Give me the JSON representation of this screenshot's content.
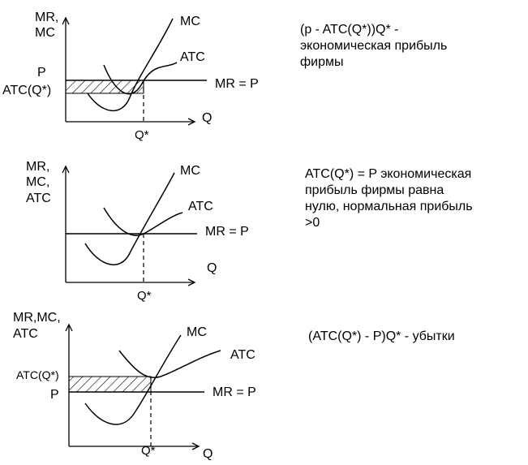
{
  "panels": [
    {
      "y_axis_label": [
        "MR,",
        "MC"
      ],
      "x_axis_label": "Q",
      "q_label": "Q*",
      "price_label": "P",
      "atc_label": "ATC(Q*)",
      "mc_label": "MC",
      "atc_curve_label": "ATC",
      "mr_label": "MR = P",
      "description": "(p - ATC(Q*))Q* -\nэкономическая прибыль\nфирмы"
    },
    {
      "y_axis_label": [
        "MR,",
        "MC,",
        "ATC"
      ],
      "x_axis_label": "Q",
      "q_label": "Q*",
      "mc_label": "MC",
      "atc_curve_label": "ATC",
      "mr_label": "MR = P",
      "description": "ATC(Q*) = P экономическая\nприбыль фирмы равна\nнулю, нормальная прибыль\n>0"
    },
    {
      "y_axis_label": [
        "MR,MC,",
        "ATC"
      ],
      "x_axis_label": "Q",
      "q_label": "Q*",
      "price_label": "P",
      "atc_label": "ATC(Q*)",
      "mc_label": "MC",
      "atc_curve_label": "ATC",
      "mr_label": "MR = P",
      "description": "(ATC(Q*) - P)Q* - убытки"
    }
  ]
}
